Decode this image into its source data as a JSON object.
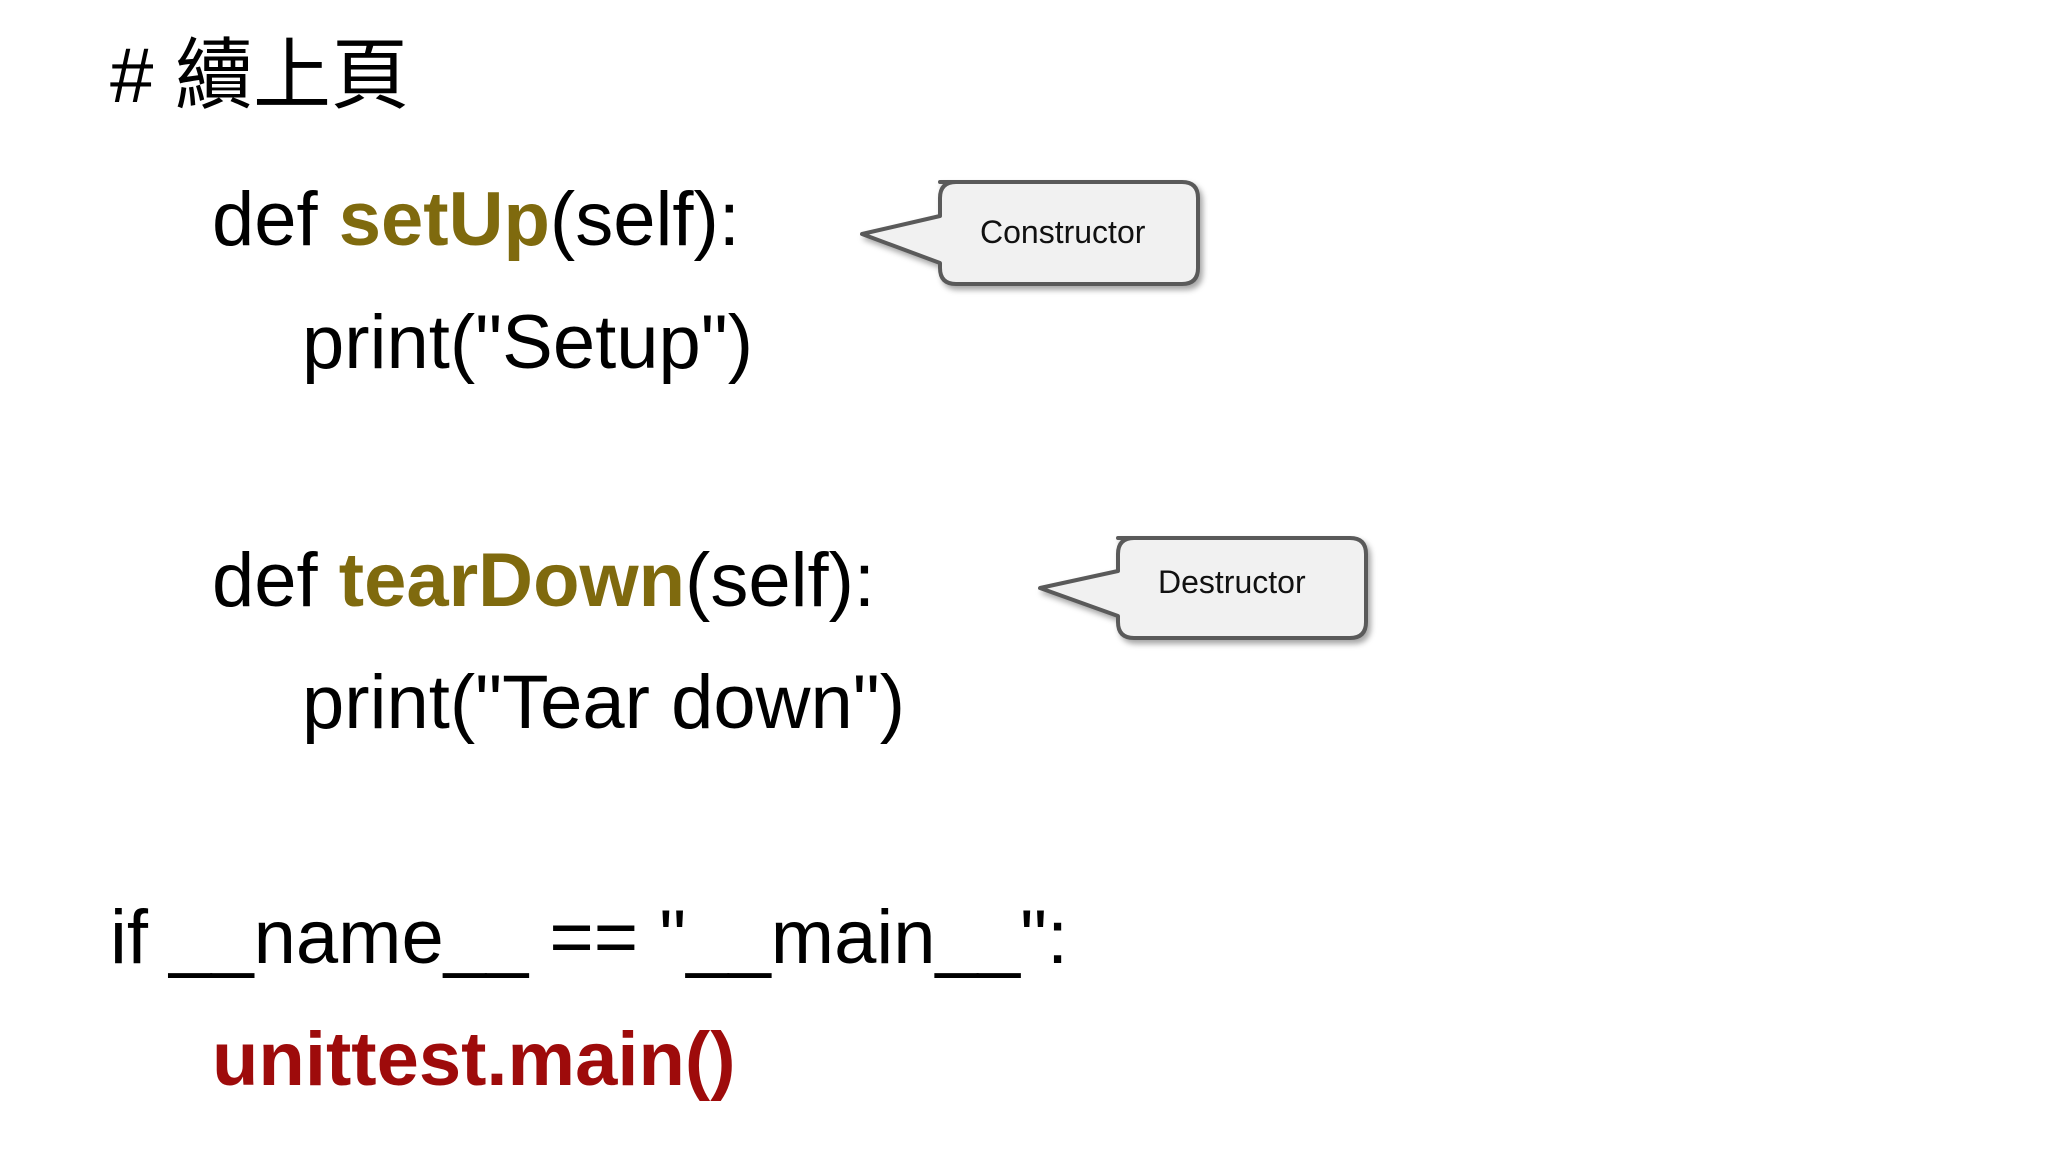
{
  "slide": {
    "background_color": "#ffffff",
    "title": "# 續上頁"
  },
  "colors": {
    "text": "#000000",
    "keyword_gold": "#7f6a0e",
    "accent_red": "#9e0b0b",
    "bubble_fill": "#f1f1f1",
    "bubble_stroke": "#5a5a5a"
  },
  "code": {
    "setup_def_prefix": "def ",
    "setup_name": "setUp",
    "setup_def_suffix": "(self):",
    "setup_body": "print(\"Setup\")",
    "teardown_def_prefix": "def ",
    "teardown_name": "tearDown",
    "teardown_def_suffix": "(self):",
    "teardown_body": "print(\"Tear down\")",
    "if_main": "if __name__ == \"__main__\":",
    "unittest_call": "unittest.main()"
  },
  "callouts": [
    {
      "id": "constructor",
      "label": "Constructor",
      "points_to": "setUp"
    },
    {
      "id": "destructor",
      "label": "Destructor",
      "points_to": "tearDown"
    }
  ]
}
